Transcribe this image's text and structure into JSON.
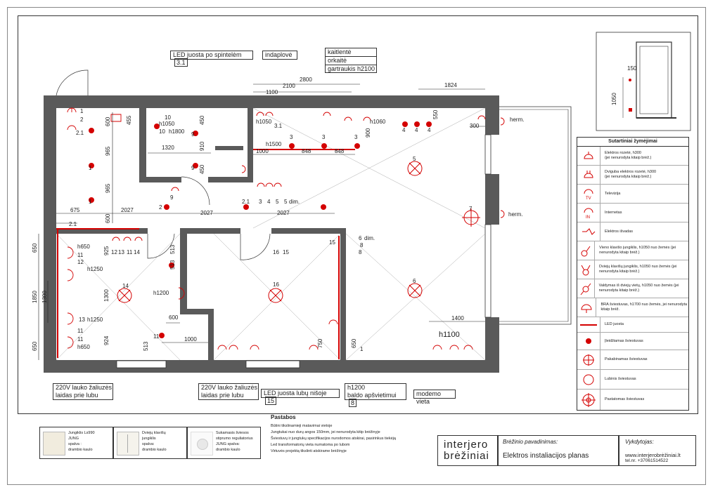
{
  "callouts": {
    "led_spot": "LED juosta po spintelėm",
    "led_spot_num": "3.1",
    "indaplove": "indaplovė",
    "kaitlente": "kaitlentė",
    "orkaite": "orkaitė",
    "gartraukis": "gartraukis h2100",
    "herm1": "herm.",
    "herm2": "herm.",
    "zaliuzes1": "220V lauko žaliuzės laidas prie lubu",
    "zaliuzes2": "220V lauko žaliuzės laidas prie lubu",
    "led_lubu": "LED juosta lubų nišoje",
    "led_lubu_num": "15",
    "baldo_h": "h1200",
    "baldo": "baldo apšvietimui",
    "baldo_num": "8",
    "modemo": "modemo vieta"
  },
  "dims": {
    "d2100": "2100",
    "d2800": "2800",
    "d1100": "1100",
    "d1824": "1824",
    "d600a": "600",
    "d455": "455",
    "d965a": "965",
    "d965b": "965",
    "d600b": "600",
    "d675": "675",
    "d2027a": "2027",
    "d2027b": "2027",
    "d2027c": "2027",
    "d1320": "1320",
    "d910": "910",
    "d450a": "450",
    "d450b": "450",
    "d1000a": "1000",
    "d848a": "848",
    "d848b": "848",
    "d900": "900",
    "d550": "550",
    "d300": "300",
    "d650a": "650",
    "d1850": "1850",
    "d1300a": "1300",
    "d650b": "650",
    "d925": "925",
    "d1300b": "1300",
    "d924": "924",
    "d513a": "513",
    "d513b": "513",
    "d513c": "513",
    "d600c": "600",
    "d1000b": "1000",
    "d750": "750",
    "d650c": "650",
    "d1400": "1400",
    "h1050a": "h1050",
    "h1800": "h1800",
    "h1050b": "h1050",
    "h1060": "h1060",
    "h1500": "h1500",
    "h650a": "h650",
    "h1250a": "h1250",
    "h1250b": "h1250",
    "h650b": "h650",
    "h1200": "h1200",
    "h1100": "h1100",
    "dim1": "dim.",
    "dim2": "dim."
  },
  "tags": [
    "1",
    "2",
    "2.1",
    "1",
    "1",
    "2",
    "9",
    "10",
    "10",
    "9",
    "9",
    "3.1",
    "3",
    "3",
    "3",
    "4",
    "4",
    "4",
    "5",
    "6",
    "7",
    "8",
    "2.1",
    "2.1",
    "12",
    "13",
    "11",
    "14",
    "12",
    "11",
    "12",
    "13",
    "11",
    "11",
    "16",
    "15",
    "14",
    "16",
    "15",
    "6",
    "2",
    "3",
    "4",
    "5",
    "5",
    "4",
    "11",
    "12",
    "7",
    "8",
    "1",
    "2"
  ],
  "detail": {
    "d150": "150",
    "d1050": "1050"
  },
  "legend": {
    "title": "Sutartiniai žymėjimai",
    "items": [
      {
        "label": "Elektros rozetė, h300",
        "sub": "(jei nenurodyta kitaip brėž.)"
      },
      {
        "label": "Dviguba elektros rozetė, h300",
        "sub": "(jei nenurodyta kitaip brėž.)"
      },
      {
        "label": "Televizija",
        "sub": ""
      },
      {
        "label": "Internetas",
        "sub": ""
      },
      {
        "label": "Elektros išvadas",
        "sub": ""
      },
      {
        "label": "Vieno klavišo jungiklis, h1050 nuo žemės (jei nenurodyta kitaip brėž.)",
        "sub": ""
      },
      {
        "label": "Dviejų klavišų jungiklis, h1050 nuo žemės (jei nenurodyta kitaip brėž.)",
        "sub": ""
      },
      {
        "label": "Valdymas iš dviejų vietų, h1050 nuo žemės (jei nenurodyta kitaip brėž.)",
        "sub": ""
      },
      {
        "label": "BRA šviestuvas, h1700 nuo žemės, jei nenurodyta kitaip brėž.",
        "sub": ""
      },
      {
        "label": "LED juosta",
        "sub": ""
      },
      {
        "label": "Įleidžiamas šviestuvas",
        "sub": ""
      },
      {
        "label": "Pakabinamas šviestuvas",
        "sub": ""
      },
      {
        "label": "Lubinis šviestuvas",
        "sub": ""
      },
      {
        "label": "Pastatomas šviestuvas",
        "sub": ""
      }
    ],
    "icon_text": {
      "tv": "TV",
      "in": "IN"
    }
  },
  "notes": {
    "title": "Pastabos",
    "lines": [
      "Būtini tikslinamieji matavimai vietoje",
      "Jungtukai nuo durų angos 150mm, jei nenurodyta kitip brėžinyje",
      "Šviestuvų ir jungtukų specifikacijos nurodomos atskirai, pasirinkus tiekėją",
      "Led transformatorių vieta numatoma po lubom",
      "Virtuvės projektą tikslinti atskirame brėžinyje"
    ]
  },
  "switches": [
    {
      "lines": [
        "Jungiklis Ls990",
        "JUNG",
        "spalva :",
        "drambio kaulo"
      ]
    },
    {
      "lines": [
        "Dviejų klavišų",
        "jungiklis",
        "spalva:",
        "drambio kaulo"
      ]
    },
    {
      "lines": [
        "Sukamasis šviesos",
        "stiprumo reguliatorius",
        "JUNG spalva:",
        "drambio kaulo"
      ]
    }
  ],
  "titleblock": {
    "logo1": "interjero",
    "logo2": "brėžiniai",
    "drawing_label": "Brėžinio pavadinimas:",
    "drawing_name": "Elektros instaliacijos planas",
    "exec_label": "Vykdytojas:",
    "website": "www.interjerobrėžiniai.lt",
    "phone": "tel.nr. +37061514522"
  },
  "colors": {
    "wall": "#5a5a5a",
    "red": "#d40000",
    "line": "#333333"
  }
}
